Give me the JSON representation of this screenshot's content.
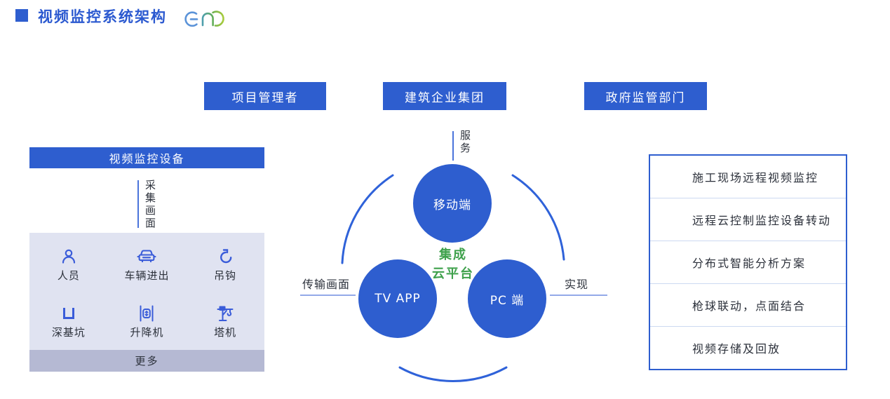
{
  "colors": {
    "primary_blue": "#2e5ecf",
    "icon_blue": "#3a5cd9",
    "accent_green": "#3fa14c",
    "panel_lavender": "#e0e3f1",
    "more_bar_gray": "#b5b9d3",
    "text_dark": "#2c313b",
    "light_line_blue": "#93a9e8"
  },
  "header": {
    "title": "视频监控系统架构",
    "logo": "gn-brand-logo"
  },
  "top_buttons": [
    {
      "label": "项目管理者"
    },
    {
      "label": "建筑企业集团"
    },
    {
      "label": "政府监管部门"
    }
  ],
  "device_panel": {
    "title": "视频监控设备",
    "flow_label": "采集画面",
    "devices": [
      {
        "label": "人员",
        "icon": "person-icon"
      },
      {
        "label": "车辆进出",
        "icon": "vehicle-icon"
      },
      {
        "label": "吊钩",
        "icon": "hook-icon"
      },
      {
        "label": "深基坑",
        "icon": "pit-icon"
      },
      {
        "label": "升降机",
        "icon": "lift-icon"
      },
      {
        "label": "塔机",
        "icon": "tower-crane-icon"
      }
    ],
    "more_label": "更多"
  },
  "cloud_platform": {
    "center_line1": "集成",
    "center_line2": "云平台",
    "nodes": [
      {
        "label": "移动端"
      },
      {
        "label": "TV APP"
      },
      {
        "label": "PC 端"
      }
    ],
    "link_labels": {
      "top": "服务",
      "left": "传输画面",
      "right": "实现"
    }
  },
  "features": [
    "施工现场远程视频监控",
    "远程云控制监控设备转动",
    "分布式智能分析方案",
    "枪球联动，点面结合",
    "视频存储及回放"
  ]
}
